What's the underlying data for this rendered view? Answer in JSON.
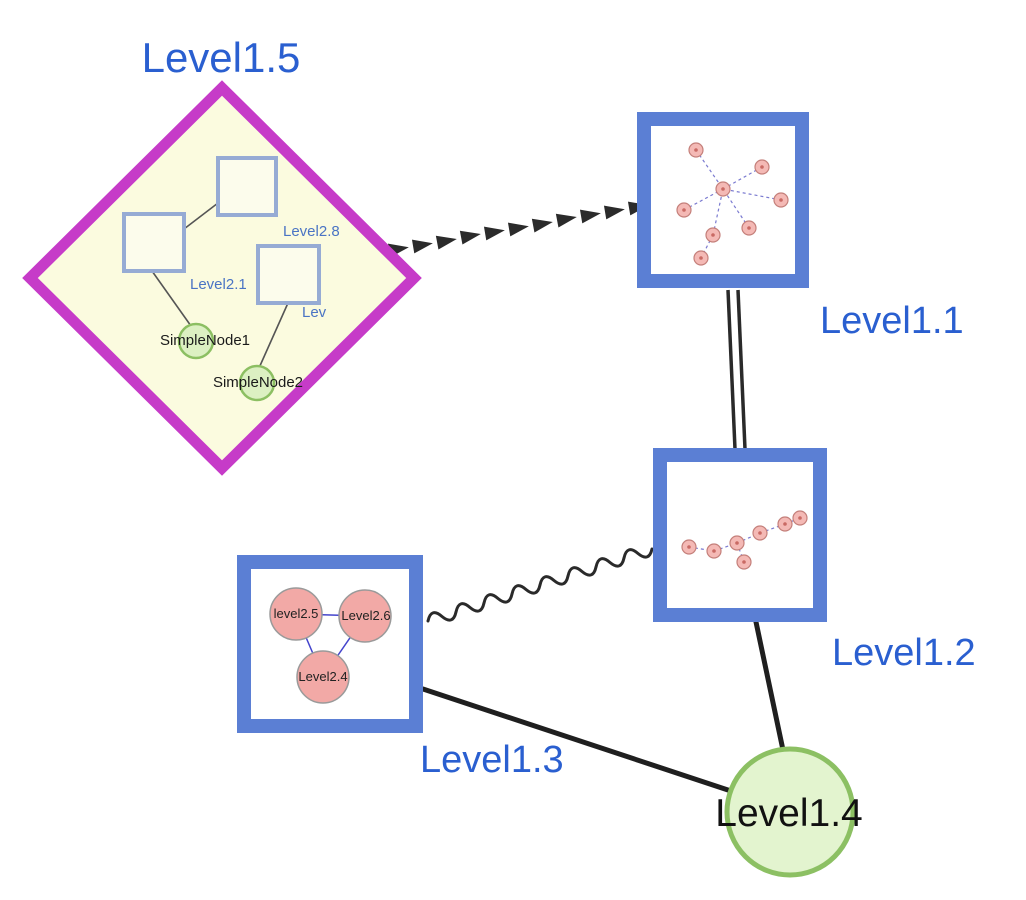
{
  "diagram": {
    "labels": {
      "level1_1": "Level1.1",
      "level1_2": "Level1.2",
      "level1_3": "Level1.3",
      "level1_4": "Level1.4",
      "level1_5": "Level1.5"
    },
    "level1_5_children": {
      "level2_8": "Level2.8",
      "level2_1": "Level2.1",
      "level2_truncated": "Lev",
      "simple_node_1": "SimpleNode1",
      "simple_node_2": "SimpleNode2"
    },
    "level1_3_children": {
      "level2_5": "level2.5",
      "level2_6": "Level2.6",
      "level2_4": "Level2.4"
    },
    "edges": [
      {
        "from": "Level1.5",
        "to": "Level1.1",
        "style": "bold-dashed-arrow"
      },
      {
        "from": "Level1.1",
        "to": "Level1.2",
        "style": "double-line"
      },
      {
        "from": "Level1.3",
        "to": "Level1.2",
        "style": "wavy"
      },
      {
        "from": "Level1.3",
        "to": "Level1.4",
        "style": "solid"
      },
      {
        "from": "Level1.2",
        "to": "Level1.4",
        "style": "solid"
      }
    ],
    "inner_edges_level1_5": [
      {
        "from": "Level2.1",
        "to": "Level2.8"
      },
      {
        "from": "Level2.1",
        "to": "SimpleNode1"
      },
      {
        "from": "Lev",
        "to": "SimpleNode2"
      }
    ],
    "inner_edges_level1_3": [
      {
        "from": "level2.5",
        "to": "Level2.6"
      },
      {
        "from": "level2.5",
        "to": "Level2.4"
      },
      {
        "from": "Level2.6",
        "to": "Level2.4"
      }
    ],
    "colors": {
      "node_label_blue": "#2a5fd0",
      "box_border_blue": "#5b7fd4",
      "diamond_border_magenta": "#c63bc8",
      "diamond_fill_yellow": "#fbfbdf",
      "inner_square_border": "#96abd4",
      "green_node_fill": "#dcf0c2",
      "green_node_border": "#8cc063",
      "pink_node_fill": "#f2aeaa",
      "mini_edge_blue": "#7a7ad0",
      "edge_black": "#222222",
      "background": "#ffffff"
    }
  }
}
